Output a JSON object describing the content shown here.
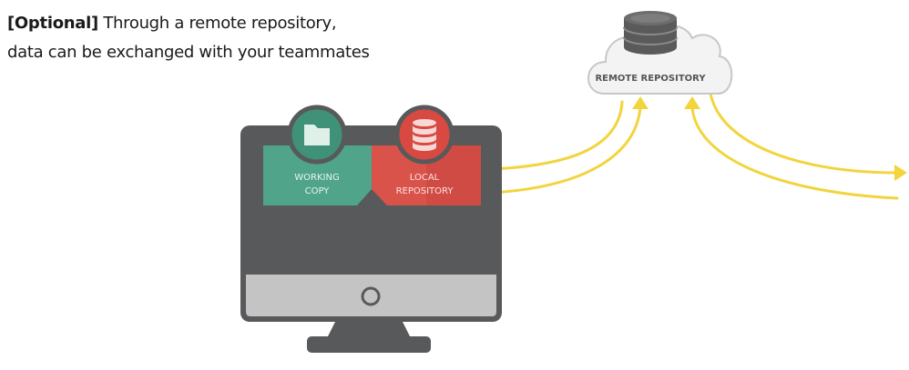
{
  "caption": {
    "tag": "[Optional]",
    "line1_rest": " Through a remote repository,",
    "line2": "data can be exchanged with your teammates"
  },
  "remote_repository": {
    "label": "REMOTE REPOSITORY",
    "icon": "database-icon"
  },
  "working_copy": {
    "line1": "WORKING",
    "line2": "COPY",
    "icon": "folder-icon",
    "color": "#4fa48a"
  },
  "local_repository": {
    "line1": "LOCAL",
    "line2": "REPOSITORY",
    "icon": "database-icon",
    "color": "#d9534a"
  },
  "colors": {
    "arrow": "#f2d43c",
    "monitor_frame": "#58595b",
    "monitor_chin": "#c4c4c4",
    "cloud_fill": "#f3f3f3",
    "cloud_stroke": "#c7c7c7"
  }
}
